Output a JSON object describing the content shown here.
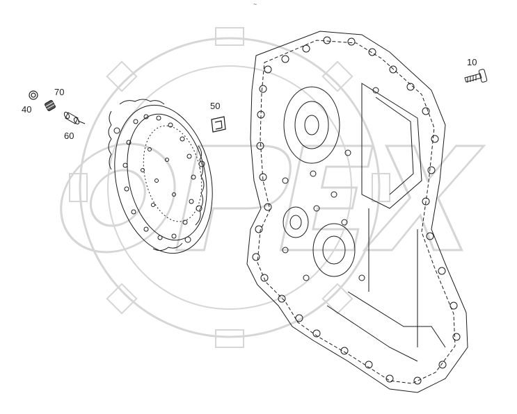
{
  "top_mark": "~",
  "callouts": [
    {
      "id": "10",
      "label": "10"
    },
    {
      "id": "40",
      "label": "40"
    },
    {
      "id": "50",
      "label": "50"
    },
    {
      "id": "60",
      "label": "60"
    },
    {
      "id": "70",
      "label": "70"
    }
  ],
  "watermark": {
    "text": "OPEX",
    "color": "#d9d9d9"
  },
  "colors": {
    "line": "#1a1a1a",
    "background": "#ffffff"
  }
}
